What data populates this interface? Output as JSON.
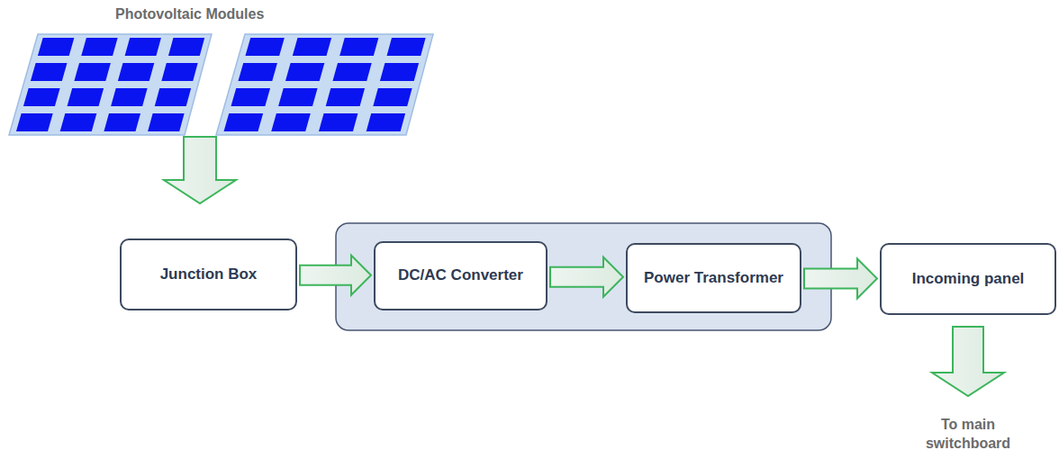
{
  "diagram": {
    "nodes": [
      {
        "text": [
          "Junction Box"
        ]
      },
      {
        "text": [
          "DC/AC Converter"
        ]
      },
      {
        "text": [
          "Power Transformer"
        ]
      },
      {
        "text": [
          "Incoming panel"
        ]
      }
    ],
    "edges": [
      {
        "from": 0,
        "to": 1,
        "arrow": "to"
      },
      {
        "from": 1,
        "to": 2,
        "arrow": "to"
      },
      {
        "from": 2,
        "to": 3,
        "arrow": "to"
      }
    ],
    "labels": [
      "Photovoltaic Modules",
      "To main switchboard"
    ]
  }
}
